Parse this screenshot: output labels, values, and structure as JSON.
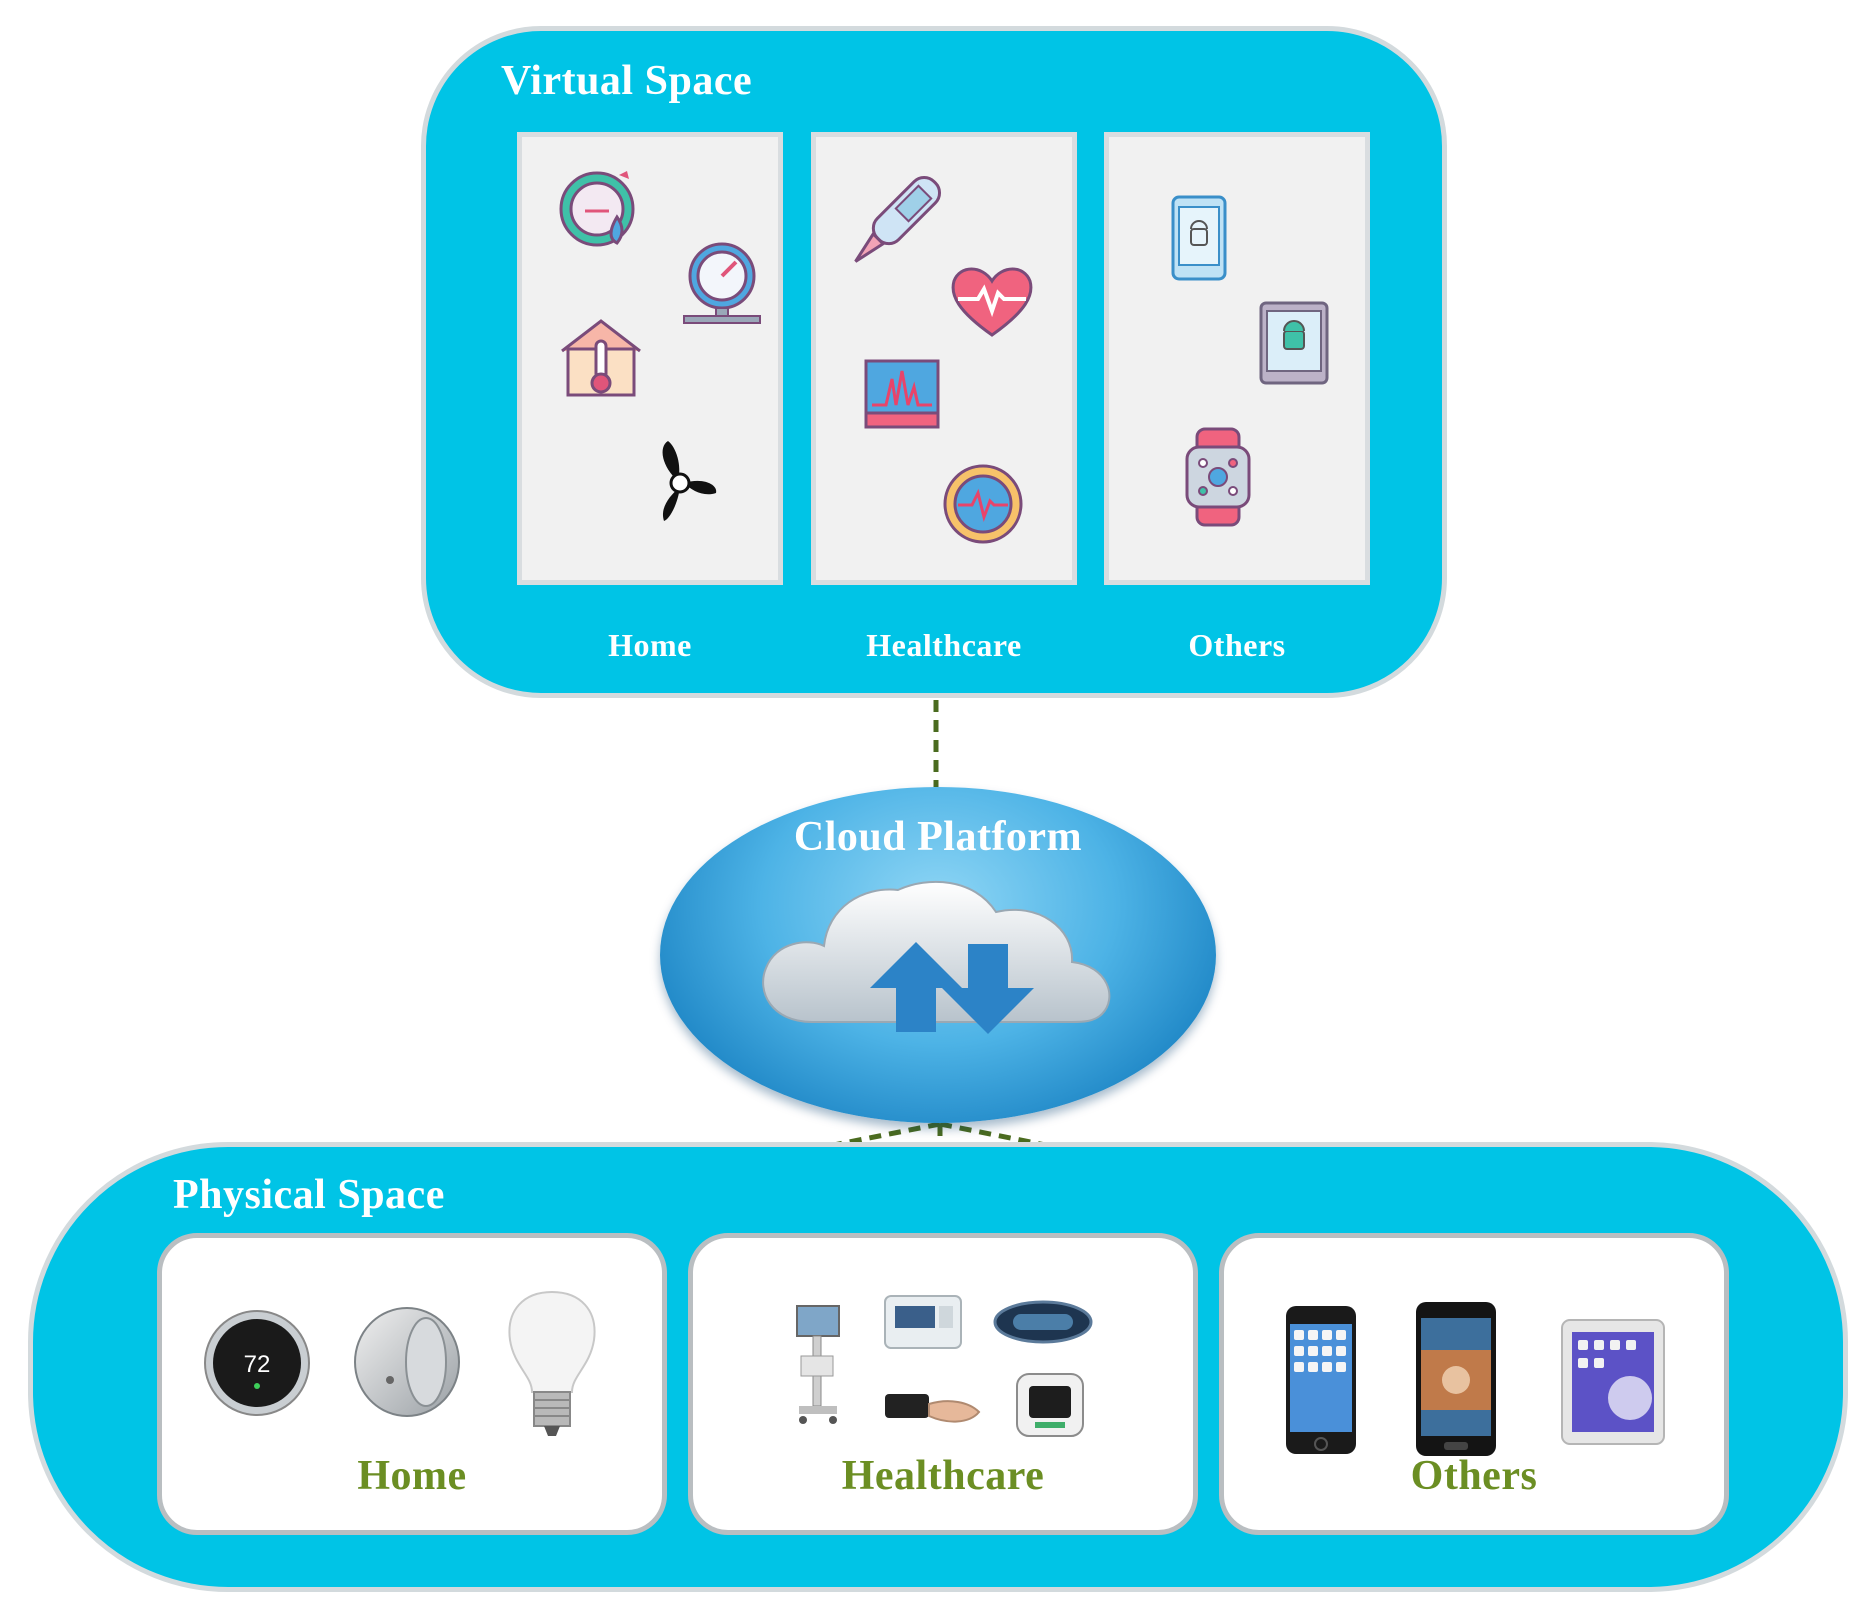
{
  "virtual_space": {
    "title": "Virtual Space",
    "panels": [
      {
        "label": "Home"
      },
      {
        "label": "Healthcare"
      },
      {
        "label": "Others"
      }
    ]
  },
  "cloud": {
    "title": "Cloud Platform"
  },
  "thermostat_reading": "72",
  "physical_space": {
    "title": "Physical Space",
    "panels": [
      {
        "label": "Home"
      },
      {
        "label": "Healthcare"
      },
      {
        "label": "Others"
      }
    ]
  },
  "colors": {
    "container": "#00c4e6",
    "connector": "#4a6b1f",
    "physical_label": "#6b8e23"
  }
}
